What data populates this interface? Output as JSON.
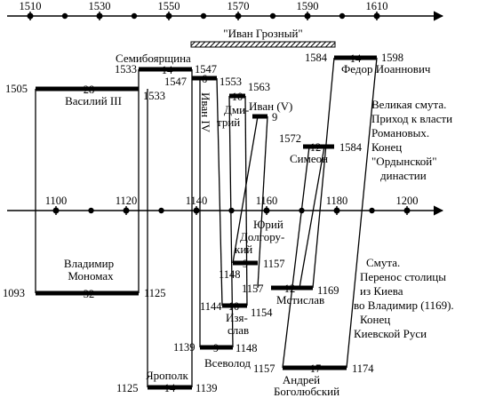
{
  "top_axis": {
    "ticks": [
      "1510",
      "1530",
      "1550",
      "1570",
      "1590",
      "1610"
    ]
  },
  "mid_axis": {
    "ticks": [
      "1100",
      "1120",
      "1140",
      "1160",
      "1180",
      "1200"
    ]
  },
  "ivan_grozny_banner": "\"Иван  Грозный\"",
  "rulers": {
    "vasily": {
      "start": "1505",
      "dur": "28",
      "end": "1533",
      "name": "Василий III"
    },
    "semiboyar": {
      "label": "Семибоярщина",
      "start": "1533",
      "dur": "14",
      "end": "1547"
    },
    "ivan4": {
      "start": "1547",
      "dur": "6",
      "end": "1553",
      "name": "Иван IV"
    },
    "dmitry": {
      "dur": "10",
      "end": "1563",
      "name1": "Дми-",
      "name2": "трий"
    },
    "ivan5": {
      "name": "Иван (V)",
      "dur": "9"
    },
    "simeon": {
      "start": "1572",
      "dur": "12",
      "end": "1584",
      "name": "Симеон"
    },
    "fedor": {
      "start": "1584",
      "dur": "14",
      "end": "1598",
      "name": "Федор  Иоаннович"
    },
    "monomakh": {
      "start": "1093",
      "dur": "32",
      "end": "1125",
      "name1": "Владимир",
      "name2": "Мономах"
    },
    "yaropolk": {
      "start": "1125",
      "dur": "14",
      "end": "1139",
      "name": "Ярополк"
    },
    "vsevolod": {
      "start": "1139",
      "dur": "9",
      "end": "1148",
      "name": "Всеволод"
    },
    "izyaslav": {
      "start": "1144",
      "dur": "10",
      "end": "1154",
      "name1": "Изя-",
      "name2": "слав"
    },
    "yury": {
      "name1": "Юрий",
      "name2": "Долгору-",
      "name3": "кий",
      "start": "1148",
      "dur": "9",
      "end": "1157"
    },
    "mstislav": {
      "start": "1157",
      "dur": "12",
      "end": "1169",
      "name": "Мстислав"
    },
    "andrey": {
      "start": "1157",
      "dur": "17",
      "end": "1174",
      "name1": "Андрей",
      "name2": "Боголюбский"
    }
  },
  "notes": {
    "great_troubles": [
      "Великая смута.",
      "Приход к власти",
      "Романовых.",
      "Конец",
      "\"Ордынской\"",
      "династии"
    ],
    "troubles": [
      "Смута.",
      "Перенос столицы",
      "из Киева",
      "во Владимир (1169).",
      "Конец",
      "Киевской Руси"
    ]
  }
}
